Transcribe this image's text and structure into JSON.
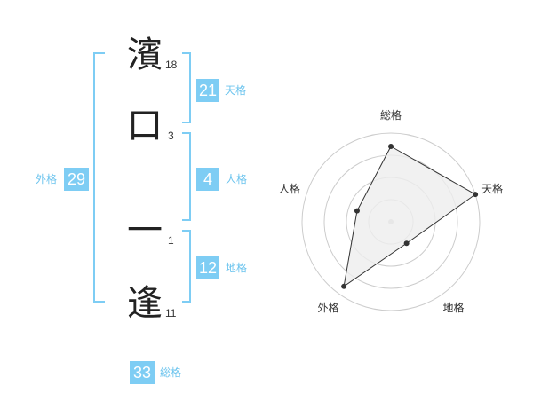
{
  "name": {
    "chars": [
      {
        "char": "濱",
        "strokes": "18"
      },
      {
        "char": "口",
        "strokes": "3"
      },
      {
        "char": "一",
        "strokes": "1"
      },
      {
        "char": "逢",
        "strokes": "11"
      }
    ]
  },
  "kaku": {
    "ten": {
      "value": "21",
      "label": "天格"
    },
    "jin": {
      "value": "4",
      "label": "人格"
    },
    "chi": {
      "value": "12",
      "label": "地格"
    },
    "gai": {
      "value": "29",
      "label": "外格"
    },
    "so": {
      "value": "33",
      "label": "総格"
    }
  },
  "colors": {
    "accent": "#7ecdf4",
    "label": "#6cc4ee",
    "bracket": "#7ecdf4",
    "radar_fill": "#eeeeee",
    "radar_grid": "#cccccc"
  },
  "chart_data": {
    "type": "radar",
    "axes": [
      "総格",
      "天格",
      "地格",
      "外格",
      "人格"
    ],
    "values": [
      0.85,
      1.0,
      0.3,
      0.9,
      0.4
    ],
    "rings": 4,
    "grid": true
  }
}
